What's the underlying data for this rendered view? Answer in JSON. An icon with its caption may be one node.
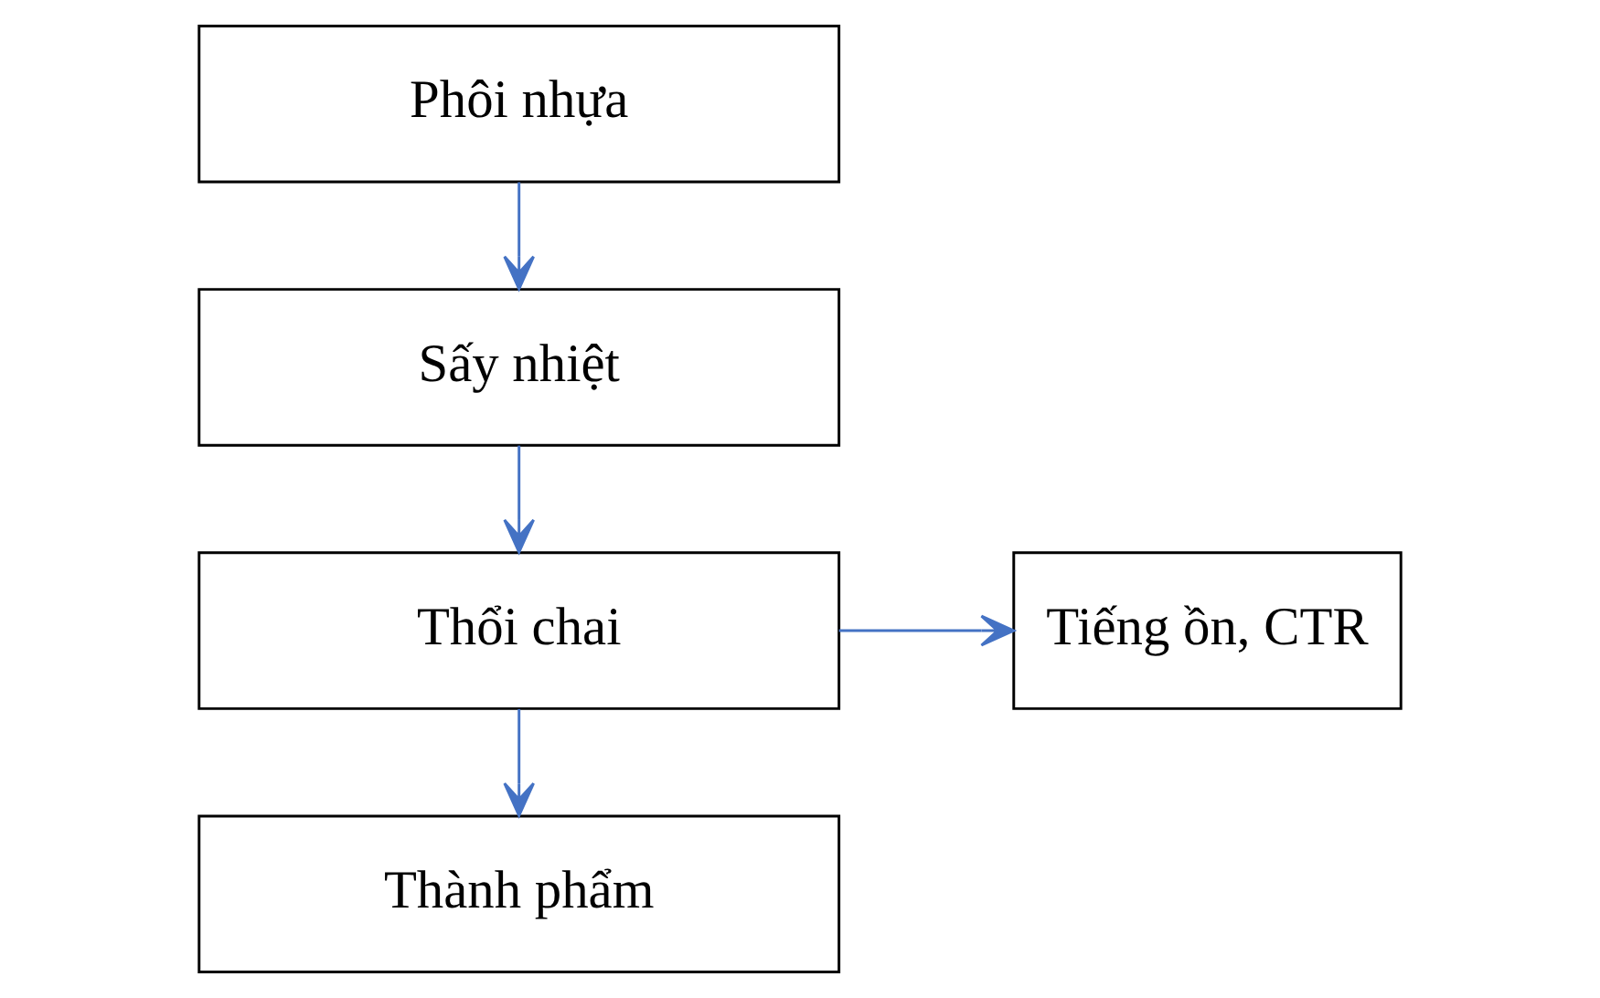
{
  "diagram": {
    "nodes": [
      {
        "text": [
          "Phôi nhựa"
        ]
      },
      {
        "text": [
          "Sấy nhiệt"
        ]
      },
      {
        "text": [
          "Thổi chai"
        ]
      },
      {
        "text": [
          "Tiếng ồn, CTR"
        ]
      },
      {
        "text": [
          "Thành phẩm"
        ]
      }
    ],
    "edges": [
      {
        "from": 0,
        "to": 1,
        "arrow": "to"
      },
      {
        "from": 1,
        "to": 2,
        "arrow": "to"
      },
      {
        "from": 2,
        "to": 3,
        "arrow": "to"
      },
      {
        "from": 2,
        "to": 4,
        "arrow": "to"
      }
    ]
  }
}
